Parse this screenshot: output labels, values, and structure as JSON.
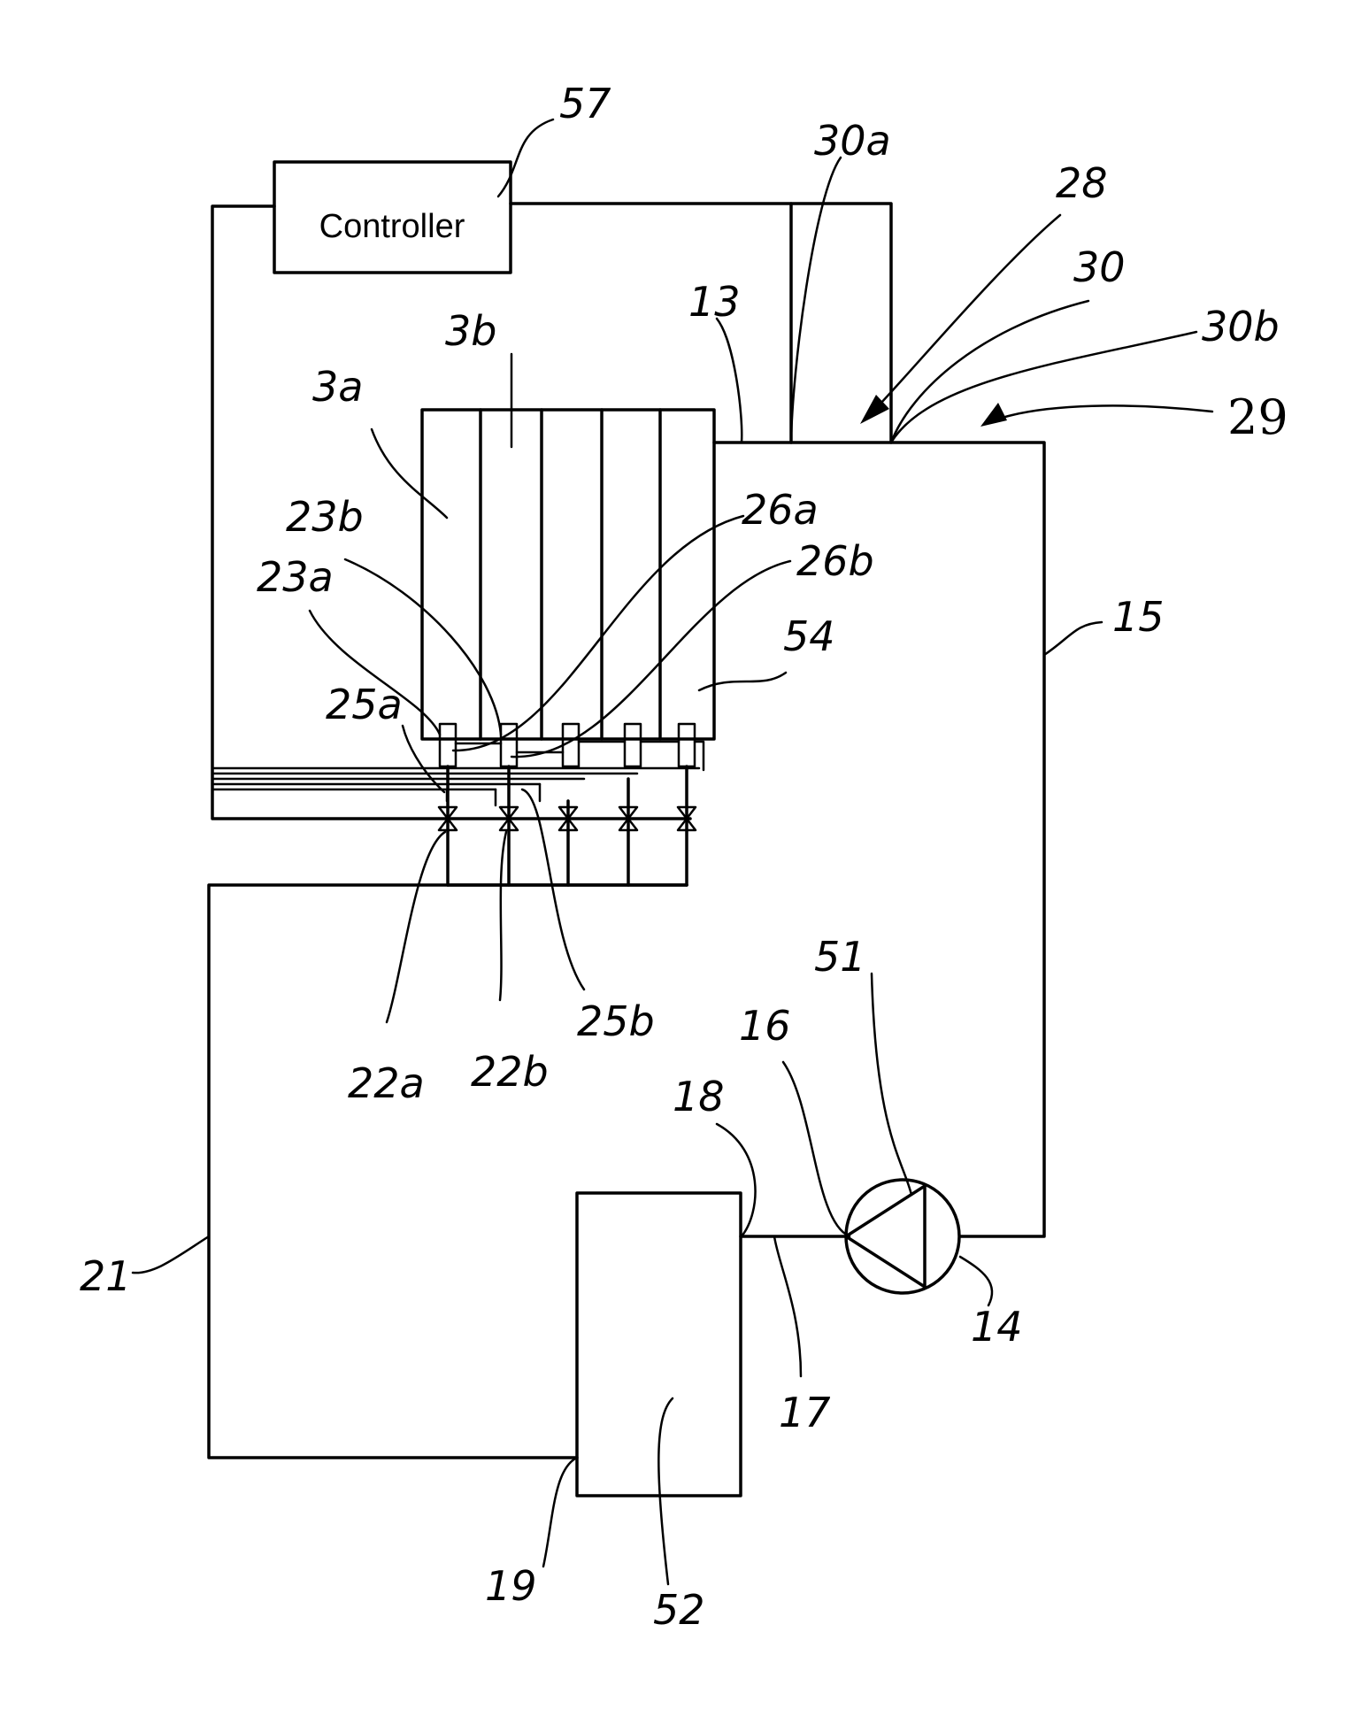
{
  "diagram": {
    "controller_label": "Controller",
    "labels": {
      "l57": "57",
      "l30a": "30a",
      "l28": "28",
      "l30": "30",
      "l30b": "30b",
      "l29": "29",
      "l13": "13",
      "l3b": "3b",
      "l3a": "3a",
      "l23b": "23b",
      "l23a": "23a",
      "l26a": "26a",
      "l26b": "26b",
      "l54": "54",
      "l15": "15",
      "l25a": "25a",
      "l25b": "25b",
      "l22a": "22a",
      "l22b": "22b",
      "l51": "51",
      "l16": "16",
      "l18": "18",
      "l21": "21",
      "l14": "14",
      "l17": "17",
      "l19": "19",
      "l52": "52"
    }
  }
}
